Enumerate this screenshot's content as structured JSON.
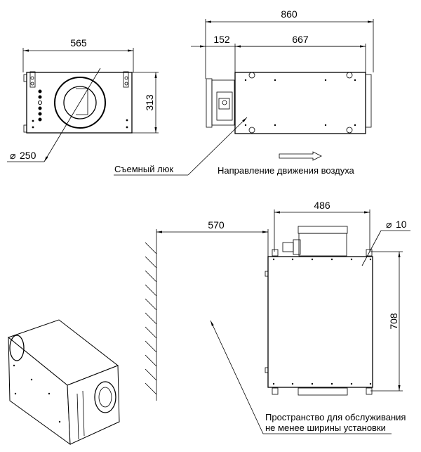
{
  "front_view": {
    "width": "565",
    "height": "313",
    "diameter": "250",
    "diameter_symbol": "⌀"
  },
  "side_view": {
    "total_length": "860",
    "duct_length": "152",
    "body_length": "667"
  },
  "labels": {
    "removable_hatch": "Съемный люк",
    "airflow_direction": "Направление движения воздуха",
    "service_space_line1": "Пространство для обслуживания",
    "service_space_line2": "не менее ширины установки"
  },
  "top_view": {
    "width": "486",
    "depth": "708",
    "hole_diameter": "10",
    "diameter_symbol": "⌀",
    "service_clearance": "570"
  }
}
